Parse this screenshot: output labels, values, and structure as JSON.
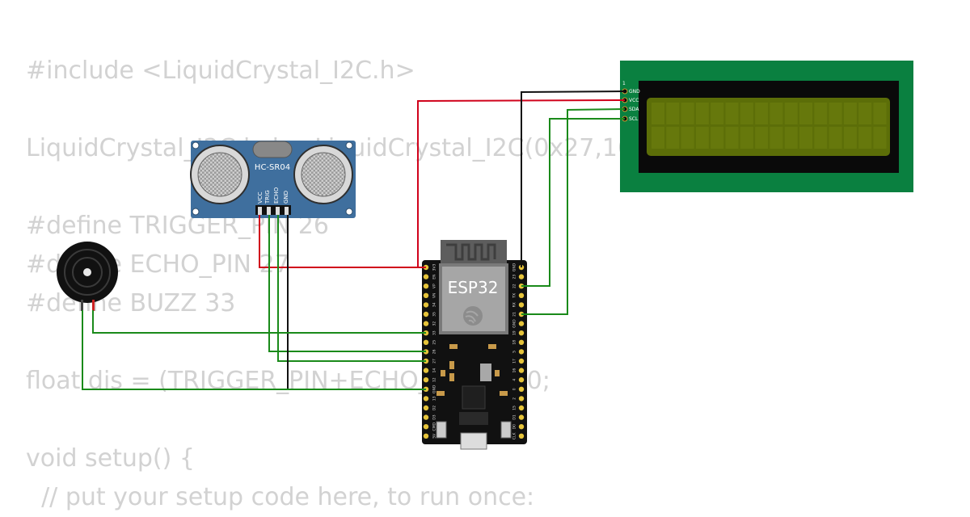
{
  "code_lines": [
    "#include <LiquidCrystal_I2C.h>",
    "",
    "LiquidCrystal_I2C lcd = LiquidCrystal_I2C(0x27,16,2);",
    "",
    "#define TRIGGER_PIN 26",
    "#define ECHO_PIN 27",
    "#define BUZZ 33",
    "",
    "float dis = (TRIGGER_PIN+ECHO_PIN)/58.0;",
    "",
    "void setup() {",
    "  // put your setup code here, to run once:"
  ],
  "sensor": {
    "label": "HC-SR04",
    "pins": [
      "VCC",
      "TRIG",
      "ECHO",
      "GND"
    ]
  },
  "mcu": {
    "label": "ESP32",
    "left_pins": [
      "3V3",
      "EN",
      "VP",
      "VN",
      "34",
      "35",
      "32",
      "33",
      "25",
      "26",
      "27",
      "14",
      "12",
      "GND",
      "13",
      "D2",
      "D3",
      "CMD",
      "5V"
    ],
    "right_pins": [
      "GND",
      "23",
      "22",
      "TX",
      "RX",
      "21",
      "GND",
      "19",
      "18",
      "5",
      "17",
      "16",
      "4",
      "0",
      "2",
      "15",
      "D1",
      "D0",
      "CLK"
    ]
  },
  "lcd": {
    "pin_one": "1",
    "pins": [
      "GND",
      "VCC",
      "SDA",
      "SCL"
    ]
  },
  "colors": {
    "wire_power": "#d0021b",
    "wire_ground": "#111111",
    "wire_signal": "#1a8a1a",
    "sensor_board": "#3f6f9e",
    "lcd_board": "#0a8040",
    "lcd_screen": "#5c6e08",
    "mcu_board": "#111111",
    "pin_pad": "#e6c43a",
    "code_text": "#d2d2d2"
  }
}
